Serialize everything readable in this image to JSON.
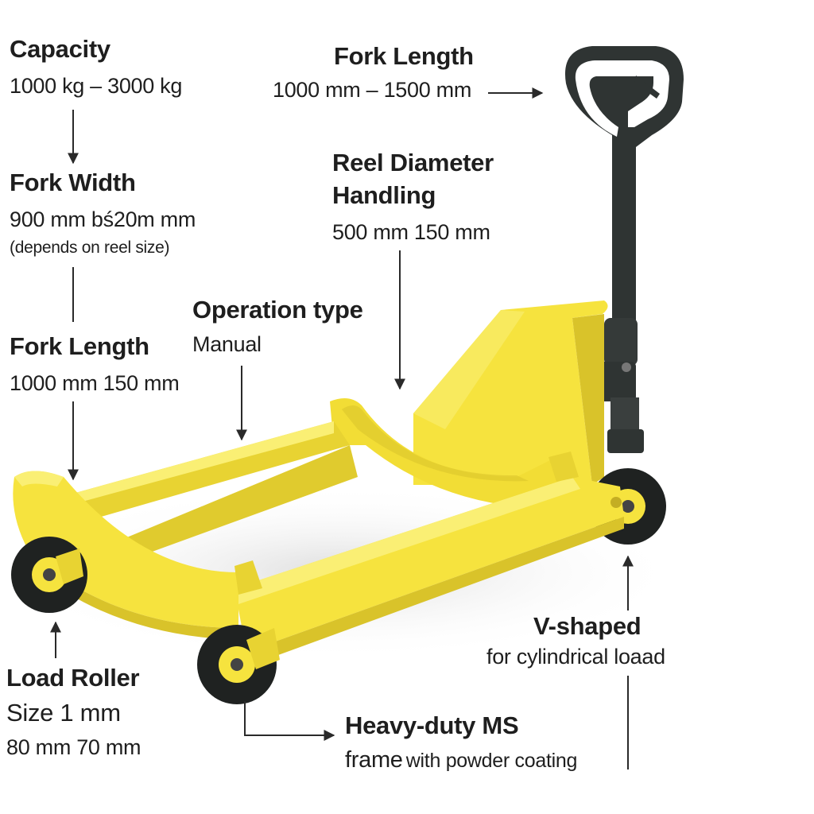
{
  "specs": {
    "capacity": {
      "title": "Capacity",
      "value": "1000 kg – 3000 kg"
    },
    "fork_width": {
      "title": "Fork Width",
      "value": "900 mm bś20m mm",
      "note": "(depends on reel size)"
    },
    "fork_length_left": {
      "title": "Fork Length",
      "value": "1000 mm 150 mm"
    },
    "load_roller": {
      "title": "Load Roller",
      "line2": "Size 1 mm",
      "value": "80 mm 70 mm"
    },
    "fork_length_top": {
      "title": "Fork Length",
      "value": "1000 mm – 1500 mm"
    },
    "reel_diameter": {
      "title_line1": "Reel Diameter",
      "title_line2": "Handling",
      "value": "500 mm 150 mm"
    },
    "operation_type": {
      "title": "Operation type",
      "value": "Manual"
    },
    "v_shaped": {
      "title": "V-shaped",
      "value": "for cylindrical loaad"
    },
    "frame": {
      "title": "Heavy-duty MS",
      "line2_bold": "frame",
      "line2_rest": "with powder coating"
    }
  },
  "colors": {
    "frame_yellow": "#f6e33e",
    "frame_shadow": "#d9c32a",
    "handle_black": "#2f3433",
    "text": "#1e1e1e"
  },
  "icons": [
    "arrow-icon",
    "pallet-truck-illustration",
    "wheel-icon"
  ]
}
